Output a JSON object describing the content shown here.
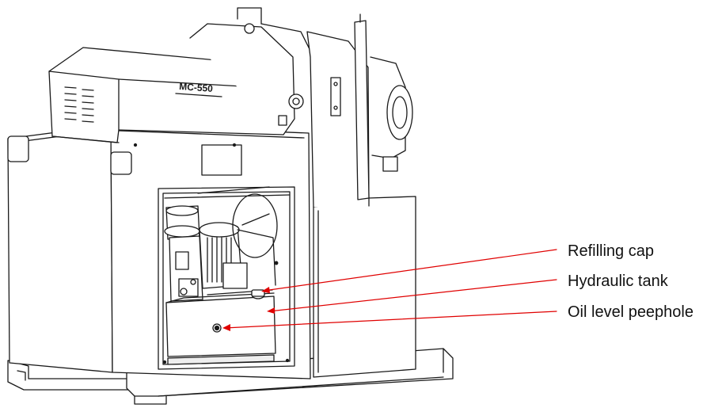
{
  "machine": {
    "model_plate": "MC-550"
  },
  "callouts": [
    {
      "label": "Refilling cap"
    },
    {
      "label": "Hydraulic tank"
    },
    {
      "label": "Oil level peephole"
    }
  ],
  "colors": {
    "line_art": "#1a1a1a",
    "callout_line": "#e00000",
    "background": "#ffffff"
  }
}
